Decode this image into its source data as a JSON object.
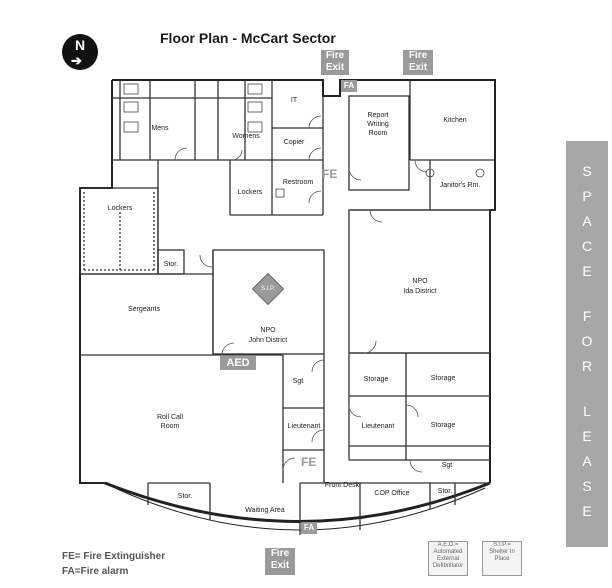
{
  "title": "Floor Plan - McCart Sector",
  "compass": {
    "letter": "N",
    "arrow": "➔"
  },
  "signs": {
    "fire_exit_top_1": "Fire\nExit",
    "fire_exit_top_2": "Fire\nExit",
    "fire_exit_bottom": "Fire\nExit",
    "fa_top": "FA",
    "fa_bottom": "FA"
  },
  "fe_marks": {
    "fe_1": "FE",
    "fe_2": "FE"
  },
  "aed_sign": "AED",
  "rooms": {
    "it": "IT",
    "mens": "Mens",
    "womens": "Womens",
    "copier": "Copier",
    "restroom": "Restroom",
    "report_writing": "Report\nWriting\nRoom",
    "kitchen": "Kitchen",
    "janitors": "Janitor's Rm.",
    "lockers_left": "Lockers",
    "lockers_mid": "Lockers",
    "stor_1": "Stor.",
    "sip": "S.I.P.",
    "npo_ida_title": "NPO",
    "npo_ida_sub": "Ida District",
    "sergeants": "Sergeants",
    "npo_john_title": "NPO",
    "npo_john_sub": "John District",
    "sgt_1": "Sgt",
    "storage_1": "Storage",
    "storage_2": "Storage",
    "storage_3": "Storage",
    "roll_call": "Roll Call\nRoom",
    "lieutenant_1": "Lieutenant",
    "lieutenant_2": "Lieutenant",
    "sgt_2": "Sgt",
    "stor_2": "Stor.",
    "waiting": "Waiting Area",
    "front_desk": "Front Desk",
    "cop_office": "COP Office",
    "stor_3": "Stor."
  },
  "legend": {
    "fe": "FE= Fire Extinguisher",
    "fa": "FA=Fire alarm"
  },
  "legend_boxes": {
    "aed": "A.E.D.=\nAutomated\nExternal\nDefibrillator",
    "sip": "S.I.P.=\nShelter In\nPlace"
  },
  "sidebar": {
    "letters": [
      "S",
      "P",
      "A",
      "C",
      "E",
      "F",
      "O",
      "R",
      "L",
      "E",
      "A",
      "S",
      "E"
    ]
  }
}
